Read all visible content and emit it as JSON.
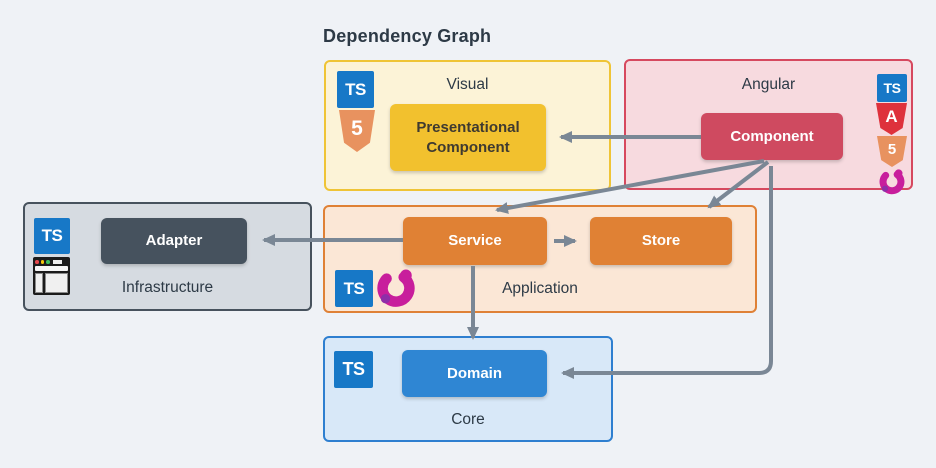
{
  "title": "Dependency Graph",
  "groups": {
    "visual": {
      "label": "Visual",
      "tech_icons": [
        "typescript",
        "html5"
      ]
    },
    "angular": {
      "label": "Angular",
      "tech_icons": [
        "typescript",
        "angular",
        "html5",
        "rxjs"
      ]
    },
    "infrastructure": {
      "label": "Infrastructure",
      "tech_icons": [
        "typescript",
        "browser-window"
      ]
    },
    "application": {
      "label": "Application",
      "tech_icons": [
        "typescript",
        "rxjs"
      ]
    },
    "core": {
      "label": "Core",
      "tech_icons": [
        "typescript"
      ]
    }
  },
  "nodes": {
    "presentational_component": {
      "label": "Presentational Component",
      "group": "visual",
      "color": "#F2C12E"
    },
    "component": {
      "label": "Component",
      "group": "angular",
      "color": "#CF4A60"
    },
    "adapter": {
      "label": "Adapter",
      "group": "infrastructure",
      "color": "#46525E"
    },
    "service": {
      "label": "Service",
      "group": "application",
      "color": "#E08134"
    },
    "store": {
      "label": "Store",
      "group": "application",
      "color": "#E08134"
    },
    "domain": {
      "label": "Domain",
      "group": "core",
      "color": "#2F86D3"
    }
  },
  "edges": [
    {
      "from": "component",
      "to": "presentational_component"
    },
    {
      "from": "component",
      "to": "service"
    },
    {
      "from": "component",
      "to": "store"
    },
    {
      "from": "component",
      "to": "domain"
    },
    {
      "from": "service",
      "to": "adapter"
    },
    {
      "from": "service",
      "to": "store"
    },
    {
      "from": "service",
      "to": "domain"
    }
  ],
  "icon_glyphs": {
    "typescript": "TS",
    "html5": "5",
    "angular": "A"
  },
  "colors": {
    "canvas": "#EFF2F6",
    "arrow": "#7A8795",
    "visual_bg": "#FCF3D7",
    "visual_border": "#EFC436",
    "angular_bg": "#F7DADF",
    "angular_border": "#D6495F",
    "infrastructure_bg": "#D6DBE1",
    "infrastructure_border": "#47525D",
    "application_bg": "#FBE7D6",
    "application_border": "#DF8136",
    "core_bg": "#D8E8F8",
    "core_border": "#2E7FD0"
  }
}
